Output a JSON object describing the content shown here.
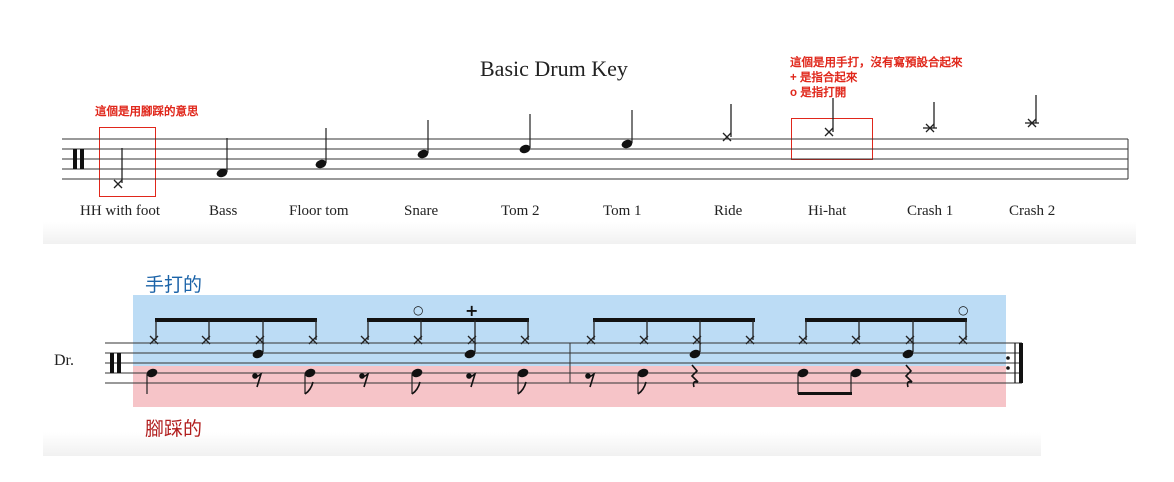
{
  "title": "Basic Drum Key",
  "key_labels": [
    "HH with foot",
    "Bass",
    "Floor tom",
    "Snare",
    "Tom 2",
    "Tom 1",
    "Ride",
    "Hi-hat",
    "Crash 1",
    "Crash 2"
  ],
  "annotations": {
    "foot_note": "這個是用腳踩的意思",
    "hand_note_lines": [
      "這個是用手打，沒有寫預設合起來",
      "+ 是指合起來",
      "o 是指打開"
    ],
    "hand_label": "手打的",
    "foot_label": "腳踩的"
  },
  "score": {
    "instrument": "Dr.",
    "open_symbol": "○",
    "closed_symbol": "+"
  },
  "colors": {
    "annotation_red": "#e0271b",
    "hand_band": "#bcdcf5",
    "foot_band": "#f6c4c8",
    "hand_text": "#1b63a8",
    "foot_text": "#b11d1d"
  }
}
